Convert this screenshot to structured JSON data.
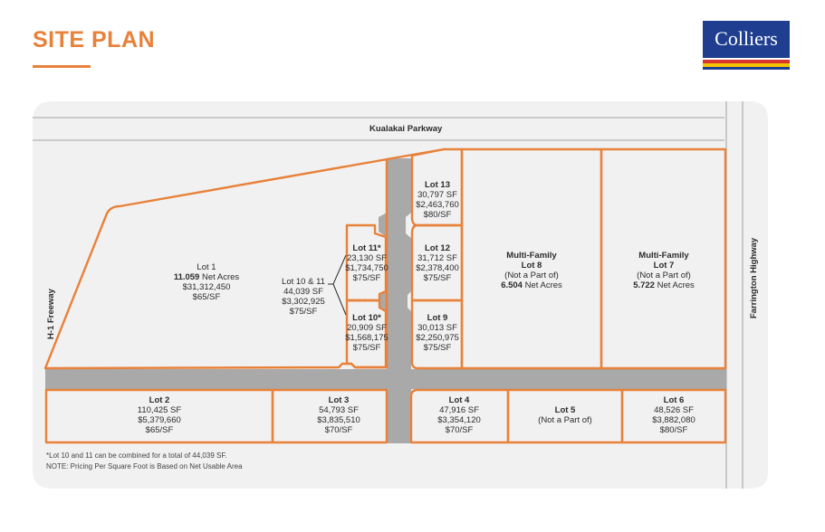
{
  "header": {
    "title": "SITE PLAN",
    "logo_text": "Colliers"
  },
  "colors": {
    "accent": "#e8813a",
    "brand": "#1f3e8f",
    "road": "#a9a9a9",
    "site_bg": "#f1f1f1",
    "logo_stripe_red": "#d9352e",
    "logo_stripe_yellow": "#f2c500"
  },
  "roads": {
    "top": "Kualakai Parkway",
    "left": "H-1 Freeway",
    "right": "Farrington Highway"
  },
  "lots": {
    "lot1": {
      "name": "Lot 1",
      "acres": "11.059",
      "acres_unit": "Net Acres",
      "price": "$31,312,450",
      "psf": "$65/SF"
    },
    "lot1011": {
      "name": "Lot 10 & 11",
      "area": "44,039 SF",
      "price": "$3,302,925",
      "psf": "$75/SF"
    },
    "lot11": {
      "name": "Lot 11*",
      "area": "23,130 SF",
      "price": "$1,734,750",
      "psf": "$75/SF"
    },
    "lot10": {
      "name": "Lot 10*",
      "area": "20,909 SF",
      "price": "$1,568,175",
      "psf": "$75/SF"
    },
    "lot13": {
      "name": "Lot 13",
      "area": "30,797 SF",
      "price": "$2,463,760",
      "psf": "$80/SF"
    },
    "lot12": {
      "name": "Lot 12",
      "area": "31,712 SF",
      "price": "$2,378,400",
      "psf": "$75/SF"
    },
    "lot9": {
      "name": "Lot 9",
      "area": "30,013 SF",
      "price": "$2,250,975",
      "psf": "$75/SF"
    },
    "lot8": {
      "type": "Multi-Family",
      "name": "Lot 8",
      "note": "(Not a Part of)",
      "acres": "6.504",
      "acres_unit": "Net Acres"
    },
    "lot7": {
      "type": "Multi-Family",
      "name": "Lot 7",
      "note": "(Not a Part of)",
      "acres": "5.722",
      "acres_unit": "Net Acres"
    },
    "lot2": {
      "name": "Lot 2",
      "area": "110,425 SF",
      "price": "$5,379,660",
      "psf": "$65/SF"
    },
    "lot3": {
      "name": "Lot 3",
      "area": "54,793 SF",
      "price": "$3,835,510",
      "psf": "$70/SF"
    },
    "lot4": {
      "name": "Lot 4",
      "area": "47,916 SF",
      "price": "$3,354,120",
      "psf": "$70/SF"
    },
    "lot5": {
      "name": "Lot 5",
      "note": "(Not a Part of)"
    },
    "lot6": {
      "name": "Lot 6",
      "area": "48,526 SF",
      "price": "$3,882,080",
      "psf": "$80/SF"
    }
  },
  "notes": {
    "combined": "*Lot 10 and 11 can be combined for a total of 44,039 SF.",
    "pricing": "NOTE:  Pricing Per Square Foot is Based on Net Usable Area"
  }
}
